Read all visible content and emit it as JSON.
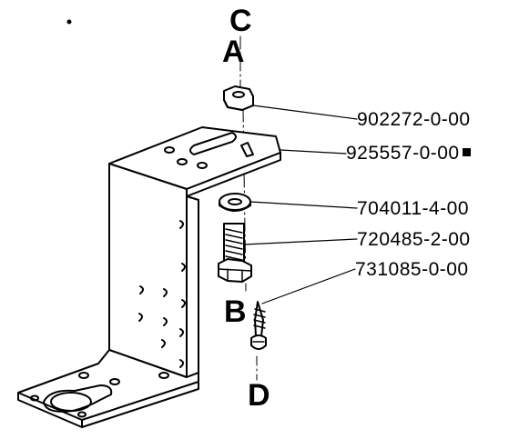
{
  "labels": {
    "a": "A",
    "b": "B",
    "c": "C",
    "d": "D"
  },
  "parts": [
    {
      "number": "902272-0-00",
      "marked": false
    },
    {
      "number": "925557-0-00",
      "marked": true
    },
    {
      "number": "704011-4-00",
      "marked": false
    },
    {
      "number": "720485-2-00",
      "marked": false
    },
    {
      "number": "731085-0-00",
      "marked": false
    }
  ]
}
